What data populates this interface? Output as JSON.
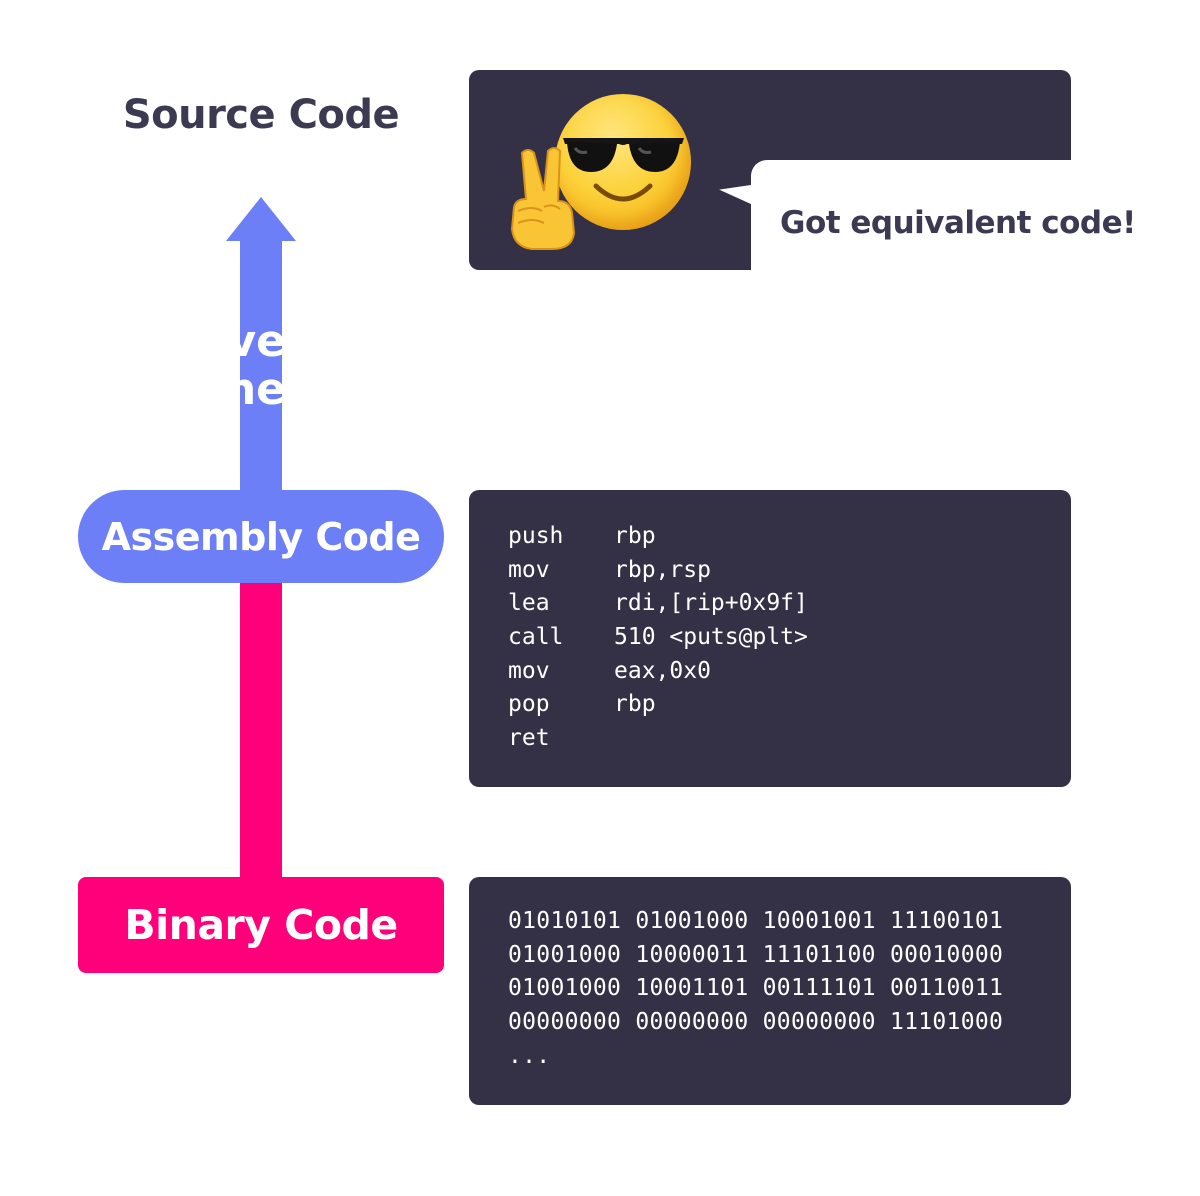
{
  "colors": {
    "panel_bg": "#343146",
    "title_text": "#3b3a52",
    "assembly_blue": "#6c7ff7",
    "binary_pink": "#ff007a",
    "white": "#ffffff"
  },
  "source": {
    "title": "Source Code"
  },
  "arrow": {
    "label_line1": "ve",
    "label_line2": "ne"
  },
  "assembly": {
    "label": "Assembly Code",
    "code": [
      {
        "op": "push",
        "arg": "rbp"
      },
      {
        "op": "mov",
        "arg": "rbp,rsp"
      },
      {
        "op": "lea",
        "arg": "rdi,[rip+0x9f]"
      },
      {
        "op": "call",
        "arg": "510 <puts@plt>"
      },
      {
        "op": "mov",
        "arg": "eax,0x0"
      },
      {
        "op": "pop",
        "arg": "rbp"
      },
      {
        "op": "ret",
        "arg": ""
      }
    ]
  },
  "binary": {
    "label": "Binary Code",
    "rows": [
      "01010101 01001000 10001001 11100101",
      "01001000 10000011 11101100 00010000",
      "01001000 10001101 00111101 00110011",
      "00000000 00000000 00000000 11101000",
      "..."
    ]
  },
  "speech": {
    "text": "Got equivalent code!",
    "emoji": "smiling-face-with-sunglasses-and-victory-hand"
  }
}
